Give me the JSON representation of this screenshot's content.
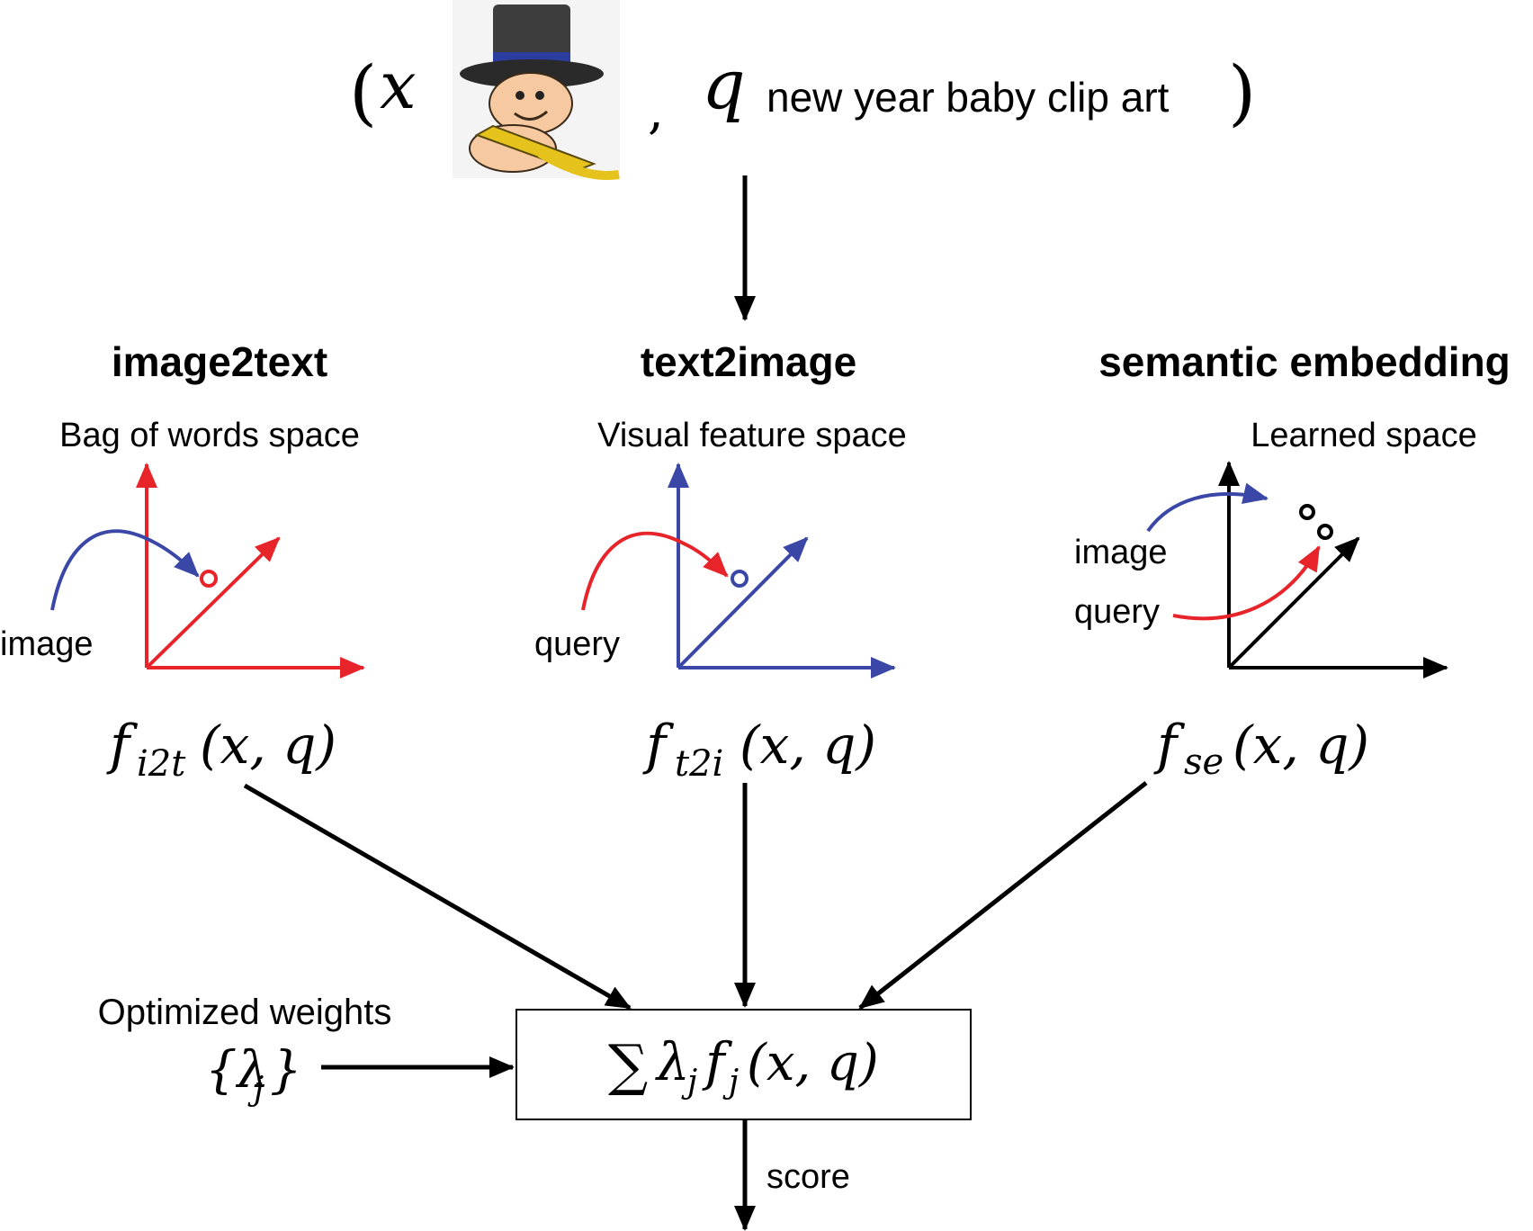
{
  "query_tuple": {
    "open_paren": "(",
    "x_var": "x",
    "comma": ",",
    "q_var": "q",
    "query_text": "new year baby clip art",
    "close_paren": ")"
  },
  "sections": {
    "image2text": {
      "title": "image2text",
      "space_label": "Bag of words space",
      "input_label": "image",
      "function_base": "f",
      "function_sub": "i2t",
      "function_args": "(x, q)",
      "axis_color": "#e8242b",
      "curve_color": "#3a47a6"
    },
    "text2image": {
      "title": "text2image",
      "space_label": "Visual feature space",
      "input_label": "query",
      "function_base": "f",
      "function_sub": "t2i",
      "function_args": "(x, q)",
      "axis_color": "#3a47a6",
      "curve_color": "#e8242b"
    },
    "semantic_embedding": {
      "title": "semantic embedding",
      "space_label": "Learned space",
      "input_label_image": "image",
      "input_label_query": "query",
      "function_base": "f",
      "function_sub": "se",
      "function_args": "(x, q)",
      "axis_color": "#000000"
    }
  },
  "combiner": {
    "weights_label": "Optimized weights",
    "weights_symbol": "{λ",
    "weights_sub": "j",
    "weights_close": "}",
    "sum_symbol": "∑",
    "lambda": "λ",
    "lambda_sub": "j",
    "f": "f",
    "f_sub": "j",
    "args": "(x, q)",
    "output_label": "score"
  },
  "icons": {
    "thumbnail": "new-year-baby-clipart-icon"
  }
}
